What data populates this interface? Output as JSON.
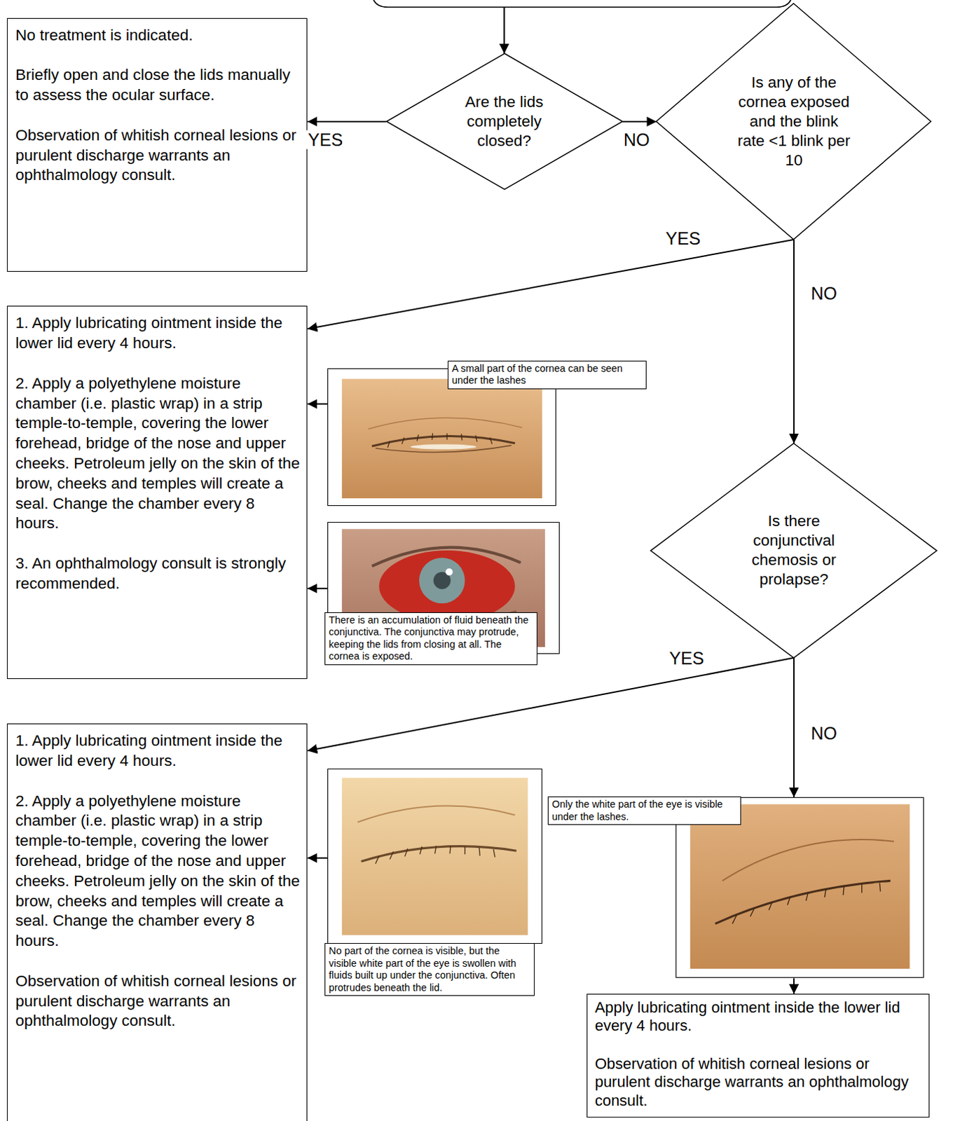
{
  "diagram": {
    "nodes": [
      {
        "text": [
          "No treatment is indicated.",
          "Briefly open and close the lids manually to assess the ocular surface.",
          "Observation of whitish corneal lesions or purulent discharge warrants an ophthalmology consult."
        ]
      },
      {
        "text": [
          "Are the lids completely closed?"
        ]
      },
      {
        "text": [
          "Is any of the cornea exposed and the blink rate <1 blink per 10"
        ]
      },
      {
        "text": [
          "1. Apply lubricating ointment inside the lower lid every 4 hours.",
          "2. Apply a polyethylene moisture chamber (i.e. plastic wrap) in a strip temple-to-temple, covering the lower forehead, bridge of the nose and upper cheeks. Petroleum jelly on the skin of the brow, cheeks and temples will create a seal. Change the chamber every 8 hours.",
          "3. An ophthalmology consult is strongly recommended."
        ]
      },
      {
        "text": [
          "A small part of the cornea can be seen under the lashes"
        ]
      },
      {
        "text": [
          "There is an accumulation of fluid beneath the conjunctiva. The conjunctiva may protrude, keeping the lids from closing at all. The cornea is exposed."
        ]
      },
      {
        "text": [
          "Is there conjunctival chemosis or prolapse?"
        ]
      },
      {
        "text": [
          "1. Apply lubricating ointment inside the lower lid every 4 hours.",
          "2. Apply a polyethylene moisture chamber (i.e. plastic wrap) in a strip temple-to-temple, covering the lower forehead, bridge of the nose and upper cheeks. Petroleum jelly on the skin of the brow, cheeks and temples will create a seal. Change the chamber every 8 hours.",
          "Observation of whitish corneal lesions or purulent discharge warrants an ophthalmology consult."
        ]
      },
      {
        "text": [
          "No part of the cornea is visible, but the visible white part of the eye is swollen with fluids built up under the conjunctiva. Often protrudes beneath the lid."
        ]
      },
      {
        "text": [
          "Only the white part of the eye is visible under the lashes."
        ]
      },
      {
        "text": [
          "Apply lubricating ointment inside the lower lid every 4 hours.",
          "Observation of whitish corneal lesions or purulent discharge warrants an ophthalmology consult."
        ]
      }
    ],
    "edges": [
      {
        "from": 1,
        "to": 0,
        "label": "YES",
        "arrow": "to"
      },
      {
        "from": 1,
        "to": 2,
        "label": "NO",
        "arrow": "to"
      },
      {
        "from": 2,
        "to": 3,
        "label": "YES",
        "arrow": "to"
      },
      {
        "from": 2,
        "to": 6,
        "label": "NO",
        "arrow": "to"
      },
      {
        "from": 4,
        "to": 3,
        "arrow": "to"
      },
      {
        "from": 5,
        "to": 3,
        "arrow": "to"
      },
      {
        "from": 6,
        "to": 7,
        "label": "YES",
        "arrow": "to"
      },
      {
        "from": 6,
        "to": 9,
        "label": "NO",
        "arrow": "to"
      },
      {
        "from": 8,
        "to": 7,
        "arrow": "to"
      },
      {
        "from": 9,
        "to": 10,
        "arrow": "to"
      }
    ]
  }
}
